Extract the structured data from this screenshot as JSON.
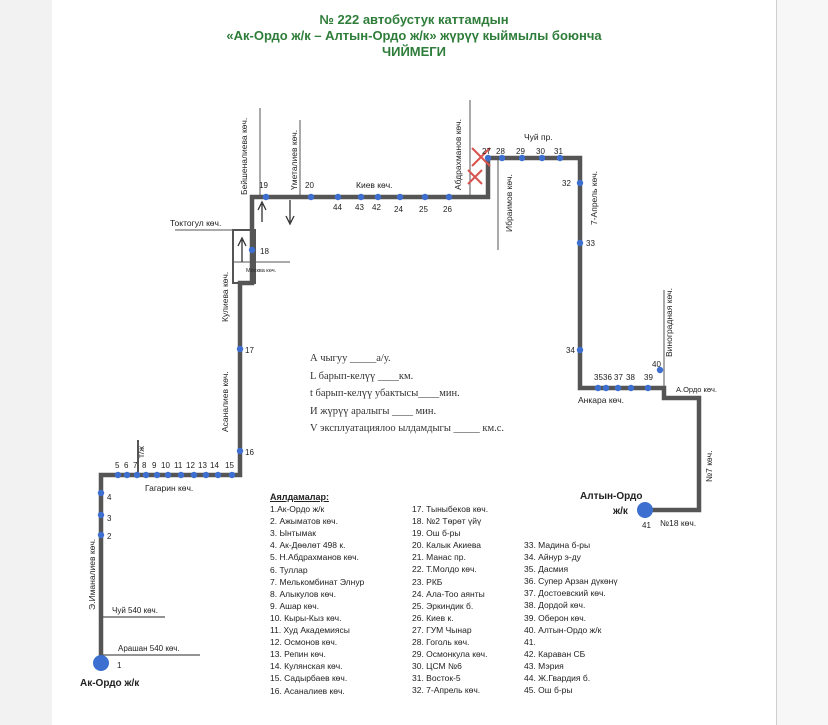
{
  "header": {
    "line1": "№ 222 автобустук каттамдын",
    "line2": "«Ак-Ордо ж/к – Алтын-Ордо ж/к» жүрүү кыймылы боюнча",
    "line3": "ЧИЙМЕГИ"
  },
  "streets": {
    "beishenalieva": "Бейшеналиева көч.",
    "umetalieva": "Үметалиев көч.",
    "abdrakhmanov": "Абдрахманов көч.",
    "chuy_top": "Чуй пр.",
    "kiev": "Киев көч.",
    "ibraimov": "Ибраимов көч.",
    "april7": "7-Апрель көч.",
    "toktogul": "Токтогул көч.",
    "moskva": "Москва көч.",
    "kulieva": "Кулиева көч.",
    "asanalieva": "Асаналиев көч.",
    "vinogradnaya": "Виноградная көч.",
    "ankara": "Анкара көч.",
    "a_ordo": "А.Ордо көч.",
    "n7": "№7 көч.",
    "n18": "№18 көч.",
    "tzh": "т/ж",
    "gagarin": "Гагарин көч.",
    "imanaliev": "Э.Иманалиев көч.",
    "chuy540": "Чуй 540 көч.",
    "arashan": "Арашан 540 көч."
  },
  "endpoints": {
    "start_name": "Ак-Ордо  ж/к",
    "start_num": "1",
    "end_name1": "Алтын-Ордо",
    "end_name2": "ж/к",
    "end_num": "41"
  },
  "stop_numbers": {
    "s2": "2",
    "s3": "3",
    "s4": "4",
    "s5": "5",
    "s6": "6",
    "s7": "7",
    "s8": "8",
    "s9": "9",
    "s10": "10",
    "s11": "11",
    "s12": "12",
    "s13": "13",
    "s14": "14",
    "s15": "15",
    "s16": "16",
    "s17": "17",
    "s18": "18",
    "s19": "19",
    "s20": "20",
    "s43": "43",
    "s44": "44",
    "s42": "42",
    "s24": "24",
    "s25": "25",
    "s26": "26",
    "s27": "27",
    "s28": "28",
    "s29": "29",
    "s30": "30",
    "s31": "31",
    "s32": "32",
    "s33": "33",
    "s34": "34",
    "s35": "35",
    "s36": "36",
    "s37": "37",
    "s38": "38",
    "s39": "39",
    "s40": "40"
  },
  "info": {
    "line1": "А чыгуу  _____а/у.",
    "line2": "L барып-келүү  ____км.",
    "line3": "t барып-келүү убактысы____мин.",
    "line4": "И жүрүү аралыгы  ____     мин.",
    "line5": "V эксплуатациялоо ылдамдыгы _____ км.с."
  },
  "legend": {
    "header": "Аялдамалар:",
    "col1": [
      "1.Ак-Ордо ж/к",
      "2. Ажыматов көч.",
      "3. Ынтымак",
      "4. Ак-Дөөлөт 498 к.",
      "5. Н.Абдрахманов көч.",
      "6. Туллар",
      "7. Мелькомбинат Элнур",
      "8. Алыкулов көч.",
      "9. Ашар көч.",
      "10. Кыры-Кыз көч.",
      "11. Худ Академиясы",
      "12. Осмонов көч.",
      "13. Репин көч.",
      "14. Кулянская көч.",
      "15. Садырбаев көч.",
      "16. Асаналиев көч."
    ],
    "col2": [
      "17. Тыныбеков көч.",
      "18. №2 Төрөт үйү",
      "19. Ош б-ры",
      "20. Калык Акиева",
      "21. Манас пр.",
      "22. Т.Молдо көч.",
      "23. РКБ",
      "24. Ала-Тоо аянты",
      "25. Эркиндик б.",
      "26. Киев к.",
      "27. ГУМ Чынар",
      "28. Гоголь көч.",
      "29. Осмонкула көч.",
      "30. ЦСМ №6",
      "31. Восток-5",
      "32. 7-Апрель көч."
    ],
    "col3": [
      "33. Мадина б-ры",
      "34. Айнур э-ду",
      "35. Дасмия",
      "36. Супер Арзан дүкөнү",
      "37. Достоевский көч.",
      "38. Дордой көч.",
      "39. Оберон көч.",
      "40. Алтын-Ордо ж/к",
      "41.",
      "42. Караван СБ",
      "43. Мэрия",
      "44. Ж.Гвардия б.",
      "45. Ош б-ры"
    ]
  },
  "colors": {
    "route": "#555555",
    "stop": "#3d6fd1",
    "title": "#2f7d3a",
    "cross": "#d9534f"
  }
}
